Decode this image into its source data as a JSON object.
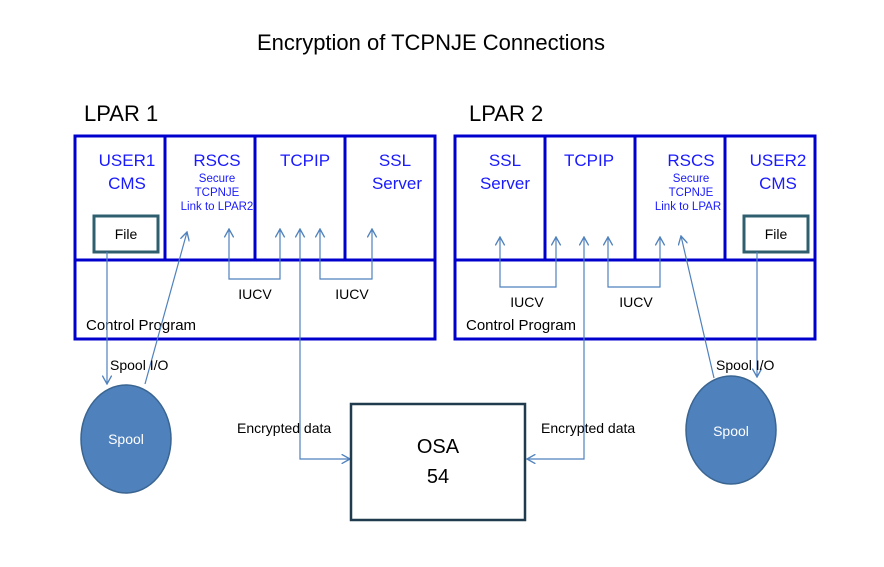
{
  "title": "Encryption of TCPNJE Connections",
  "lpar1": {
    "label": "LPAR 1",
    "user": [
      "USER1",
      "CMS"
    ],
    "rscs": "RSCS",
    "rscs_sub": [
      "Secure",
      "TCPNJE",
      "Link to LPAR2"
    ],
    "tcpip": "TCPIP",
    "ssl": [
      "SSL",
      "Server"
    ],
    "file": "File",
    "iucv_a": "IUCV",
    "iucv_b": "IUCV",
    "control_program": "Control Program",
    "spool_io": "Spool I/O",
    "spool": "Spool",
    "encrypted": "Encrypted data"
  },
  "lpar2": {
    "label": "LPAR 2",
    "ssl": [
      "SSL",
      "Server"
    ],
    "tcpip": "TCPIP",
    "rscs": "RSCS",
    "rscs_sub": [
      "Secure",
      "TCPNJE",
      "Link to LPAR"
    ],
    "user": [
      "USER2",
      "CMS"
    ],
    "file": "File",
    "iucv_a": "IUCV",
    "iucv_b": "IUCV",
    "control_program": "Control Program",
    "spool_io": "Spool I/O",
    "spool": "Spool",
    "encrypted": "Encrypted data"
  },
  "osa": [
    "OSA",
    "54"
  ],
  "colors": {
    "box": "#0000cc",
    "text_blue": "#1a1aff",
    "spool_fill": "#4f81bd",
    "line": "#4f81bd"
  }
}
